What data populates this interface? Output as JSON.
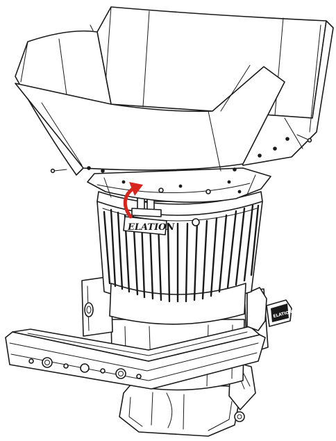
{
  "illustration": {
    "brand_logo_text": "ELATION",
    "knob_logo_text": "ELATION",
    "colors": {
      "line": "#1a1a1a",
      "fill": "#ffffff",
      "arrow": "#d6261f"
    },
    "arrow_direction": "counter-clockwise"
  }
}
